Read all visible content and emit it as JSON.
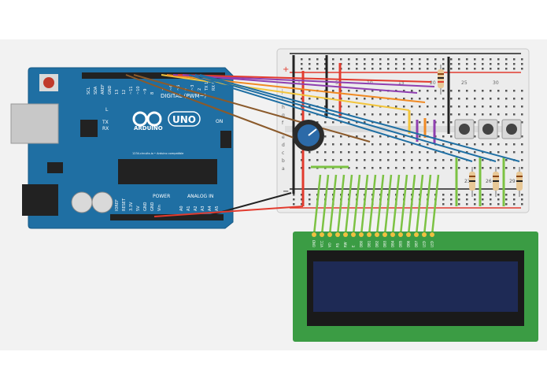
{
  "colors": {
    "canvas": "#f2f2f2",
    "arduino_board": "#1f6fa3",
    "breadboard": "#ececec",
    "lcd_board": "#3b9c44",
    "lcd_screen": "#1e2a55",
    "wire_green": "#7cc243",
    "wire_red": "#e23b2e",
    "wire_black": "#222222"
  },
  "arduino": {
    "brand": "ARDUINO",
    "model": "UNO",
    "digital_header": "DIGITAL (PWM~)",
    "analog_header": "ANALOG IN",
    "power_header": "POWER",
    "tx": "TX",
    "rx": "RX",
    "led_l": "L",
    "on": "ON",
    "aref_pins": [
      "SCL",
      "SDA",
      "AREF",
      "GND",
      "13",
      "12",
      "~11",
      "~10",
      "~9",
      "8"
    ],
    "digital_pins": [
      "7",
      "~6",
      "~5",
      "4",
      "~3",
      "2",
      "TX 1",
      "RX 0"
    ],
    "power_pins": [
      "IOREF",
      "RESET",
      "3.3V",
      "5V",
      "GND",
      "GND",
      "Vin"
    ],
    "analog_pins": [
      "A0",
      "A1",
      "A2",
      "A3",
      "A4",
      "A5"
    ],
    "footer_text": "1234.circuits.io • Arduino compatible"
  },
  "breadboard": {
    "column_numbers": [
      "1",
      "5",
      "10",
      "15",
      "20",
      "25",
      "30"
    ],
    "row_letters": [
      "a",
      "b",
      "c",
      "d",
      "e",
      "f",
      "g",
      "h",
      "i",
      "j"
    ],
    "resistor_labels": [
      "23",
      "26",
      "29"
    ]
  },
  "lcd": {
    "pin_labels": [
      "GND",
      "VCC",
      "VO",
      "RS",
      "RW",
      "E",
      "DB0",
      "DB1",
      "DB2",
      "DB3",
      "DB4",
      "DB5",
      "DB6",
      "DB7",
      "LED",
      "LED"
    ]
  }
}
